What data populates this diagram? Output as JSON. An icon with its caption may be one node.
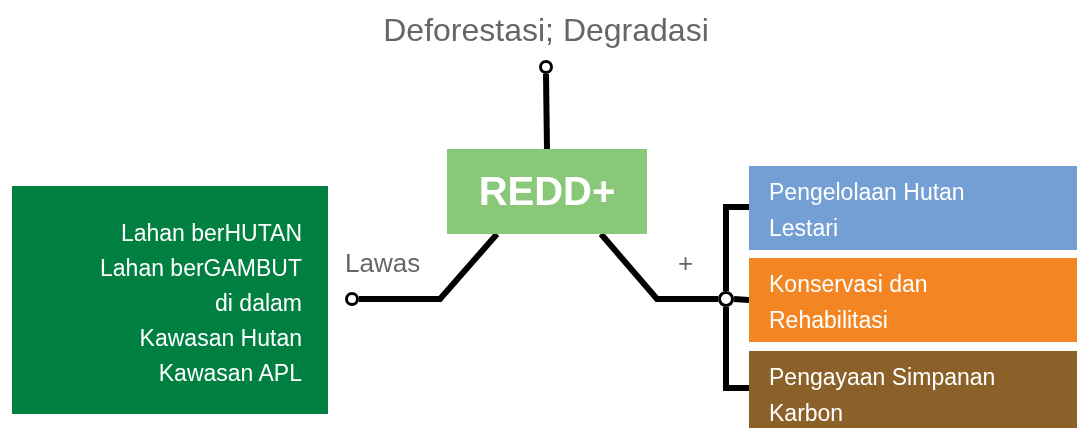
{
  "diagram": {
    "nodes": [
      {
        "text": [],
        "shape": "circle",
        "beside": [
          "Deforestasi; Degradasi"
        ]
      },
      {
        "text": [
          "REDD+"
        ]
      },
      {
        "text": [],
        "shape": "circle"
      },
      {
        "text": [],
        "shape": "circle"
      },
      {
        "text": [
          "Pengelolaan Hutan Lestari"
        ]
      },
      {
        "text": [
          "Konservasi dan Rehabilitasi"
        ]
      },
      {
        "text": [
          "Pengayaan Simpanan Karbon"
        ]
      },
      {
        "text": [
          "Lahan berHUTAN",
          "Lahan berGAMBUT",
          "di dalam",
          "Kawasan Hutan",
          "Kawasan APL"
        ]
      }
    ],
    "edges": [
      {
        "from": 1,
        "to": 0,
        "arrow": "none"
      },
      {
        "from": 1,
        "to": 2,
        "arrow": "none",
        "label": "Lawas"
      },
      {
        "from": 1,
        "to": 3,
        "arrow": "none",
        "label": "+"
      },
      {
        "from": 3,
        "to": 4,
        "arrow": "none"
      },
      {
        "from": 3,
        "to": 5,
        "arrow": "none"
      },
      {
        "from": 3,
        "to": 6,
        "arrow": "none"
      }
    ]
  }
}
